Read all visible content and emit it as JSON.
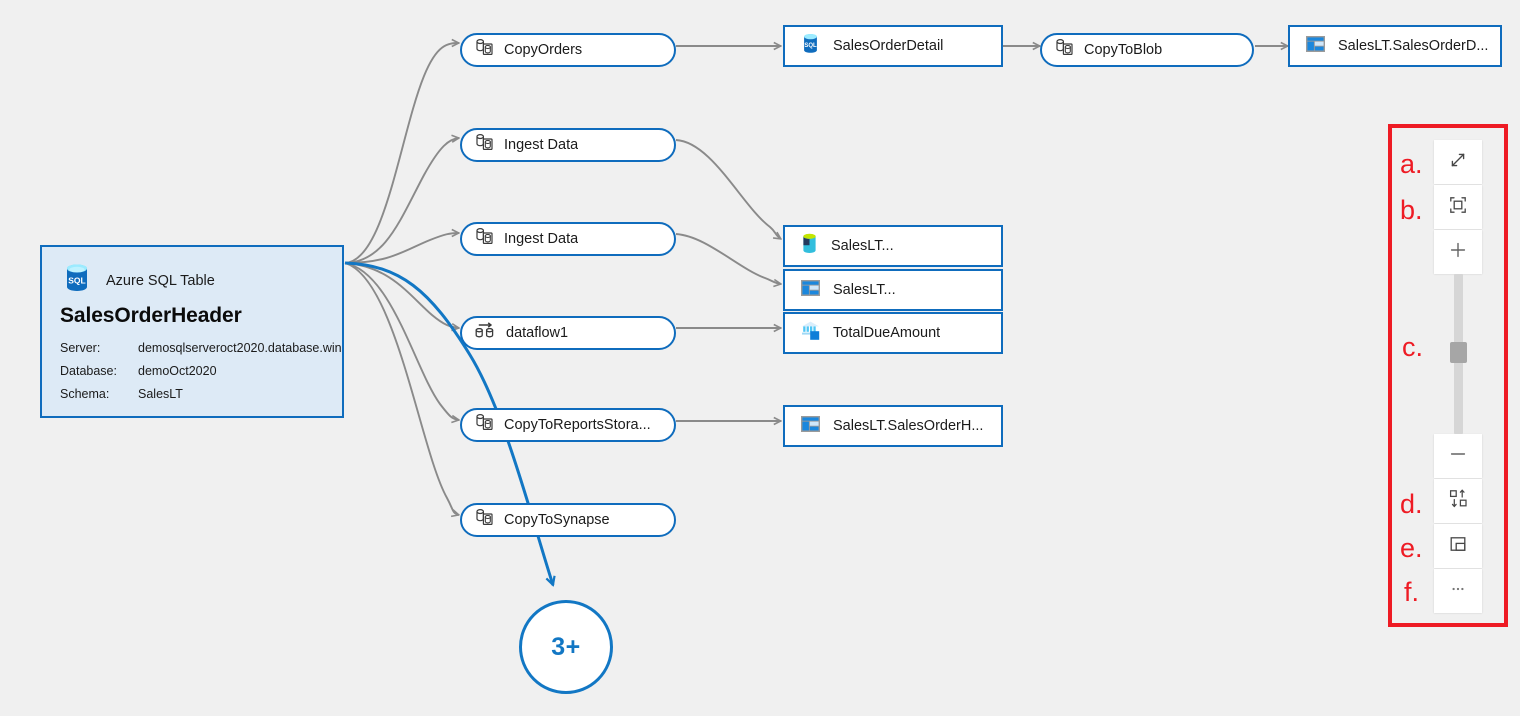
{
  "canvas": {
    "background_color": "#f0f0f0",
    "accent_color": "#0f6cbd",
    "edge_color": "#8a8a8a",
    "highlight_edge_color": "#1277c4",
    "annotation_color": "#ee1b24"
  },
  "source_node": {
    "kind_label": "Azure SQL Table",
    "icon": "azure-sql-icon",
    "title": "SalesOrderHeader",
    "properties": [
      {
        "key": "Server:",
        "value": "demosqlserveroct2020.database.win"
      },
      {
        "key": "Database:",
        "value": "demoOct2020"
      },
      {
        "key": "Schema:",
        "value": "SalesLT"
      }
    ]
  },
  "process_nodes": [
    {
      "id": "copyorders",
      "label": "CopyOrders",
      "icon": "copy-activity-icon"
    },
    {
      "id": "ingest-data-1",
      "label": "Ingest Data",
      "icon": "copy-activity-icon"
    },
    {
      "id": "ingest-data-2",
      "label": "Ingest Data",
      "icon": "copy-activity-icon"
    },
    {
      "id": "dataflow1",
      "label": "dataflow1",
      "icon": "dataflow-icon"
    },
    {
      "id": "copytoreportsstorage",
      "label": "CopyToReportsStora...",
      "icon": "copy-activity-icon"
    },
    {
      "id": "copytosynapse",
      "label": "CopyToSynapse",
      "icon": "copy-activity-icon"
    },
    {
      "id": "copytoblob",
      "label": "CopyToBlob",
      "icon": "copy-activity-icon"
    }
  ],
  "dataset_nodes": [
    {
      "id": "salesorderdetail",
      "label": "SalesOrderDetail",
      "icon": "azure-sql-icon"
    },
    {
      "id": "saleslt-sodetail",
      "label": "SalesLT.SalesOrderD...",
      "icon": "azure-blob-icon"
    },
    {
      "id": "saleslt-blob",
      "label": "SalesLT...",
      "icon": "storage-container-icon"
    },
    {
      "id": "saleslt-table",
      "label": "SalesLT...",
      "icon": "azure-blob-icon"
    },
    {
      "id": "totaldueamount",
      "label": "TotalDueAmount",
      "icon": "synapse-icon"
    },
    {
      "id": "saleslt-soheader",
      "label": "SalesLT.SalesOrderH...",
      "icon": "azure-blob-icon"
    }
  ],
  "more_badge": {
    "label": "3+"
  },
  "toolbar": {
    "buttons": [
      {
        "id": "fit-to-screen",
        "icon": "diagonal-arrows-icon",
        "annotation": "a."
      },
      {
        "id": "zoom-to-fit",
        "icon": "focus-frame-icon",
        "annotation": "b."
      },
      {
        "id": "zoom-in",
        "icon": "plus-icon",
        "annotation": ""
      },
      {
        "id": "zoom-out",
        "icon": "minus-icon",
        "annotation": ""
      },
      {
        "id": "swap-direction",
        "icon": "swap-arrows-icon",
        "annotation": "d."
      },
      {
        "id": "toggle-panel",
        "icon": "panel-layout-icon",
        "annotation": "e."
      },
      {
        "id": "more-options",
        "icon": "ellipsis-icon",
        "annotation": "f."
      }
    ],
    "zoom_slider": {
      "id": "zoom-slider",
      "annotation": "c.",
      "value_percent": 43
    }
  }
}
